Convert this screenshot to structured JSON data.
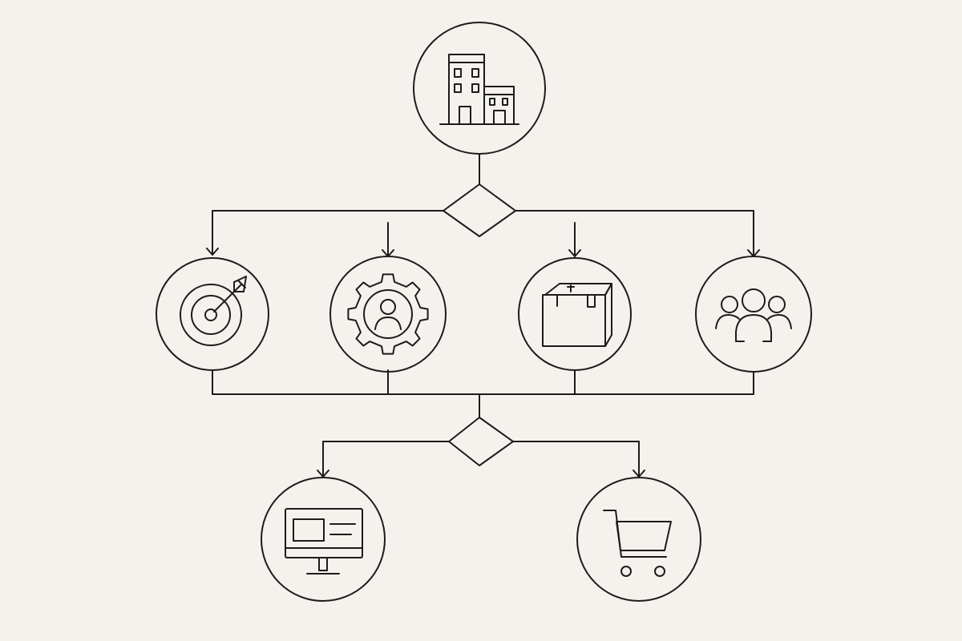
{
  "diagram": {
    "background": "#f5f2ed",
    "stroke_color": "#1c1c1c",
    "nodes": [
      {
        "id": "company",
        "icon": "building-icon"
      },
      {
        "id": "goals",
        "icon": "target-icon"
      },
      {
        "id": "operations",
        "icon": "gear-person-icon"
      },
      {
        "id": "product",
        "icon": "package-box-icon"
      },
      {
        "id": "team",
        "icon": "people-group-icon"
      },
      {
        "id": "online",
        "icon": "computer-monitor-icon"
      },
      {
        "id": "retail",
        "icon": "shopping-cart-icon"
      }
    ],
    "decisions": [
      {
        "id": "split-decision"
      },
      {
        "id": "channel-decision"
      }
    ],
    "edges": [
      {
        "from": "company",
        "to": "split-decision"
      },
      {
        "from": "split-decision",
        "to": "goals"
      },
      {
        "from": "split-decision",
        "to": "operations"
      },
      {
        "from": "split-decision",
        "to": "product"
      },
      {
        "from": "split-decision",
        "to": "team"
      },
      {
        "from": "goals",
        "to": "channel-decision"
      },
      {
        "from": "operations",
        "to": "channel-decision"
      },
      {
        "from": "product",
        "to": "channel-decision"
      },
      {
        "from": "team",
        "to": "channel-decision"
      },
      {
        "from": "channel-decision",
        "to": "online"
      },
      {
        "from": "channel-decision",
        "to": "retail"
      }
    ]
  }
}
